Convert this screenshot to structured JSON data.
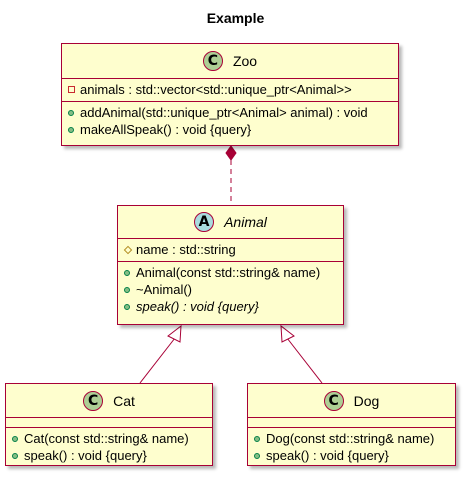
{
  "diagram": {
    "title": "Example",
    "classes": {
      "zoo": {
        "name": "Zoo",
        "badge": "C",
        "fields": [
          {
            "visibility": "private",
            "text": "animals : std::vector<std::unique_ptr<Animal>>"
          }
        ],
        "methods": [
          {
            "visibility": "public",
            "text": "addAnimal(std::unique_ptr<Animal> animal) : void"
          },
          {
            "visibility": "public",
            "text": "makeAllSpeak() : void {query}"
          }
        ]
      },
      "animal": {
        "name": "Animal",
        "badge": "A",
        "fields": [
          {
            "visibility": "protected",
            "text": "name : std::string"
          }
        ],
        "methods": [
          {
            "visibility": "public",
            "text": "Animal(const std::string& name)"
          },
          {
            "visibility": "public",
            "text": "~Animal()"
          },
          {
            "visibility": "public",
            "text": "speak() : void {query}",
            "abstract": true
          }
        ]
      },
      "cat": {
        "name": "Cat",
        "badge": "C",
        "methods": [
          {
            "visibility": "public",
            "text": "Cat(const std::string& name)"
          },
          {
            "visibility": "public",
            "text": "speak() : void {query}"
          }
        ]
      },
      "dog": {
        "name": "Dog",
        "badge": "C",
        "methods": [
          {
            "visibility": "public",
            "text": "Dog(const std::string& name)"
          },
          {
            "visibility": "public",
            "text": "speak() : void {query}"
          }
        ]
      }
    },
    "relations": [
      {
        "type": "composition",
        "from": "Zoo",
        "to": "Animal"
      },
      {
        "type": "inheritance",
        "from": "Cat",
        "to": "Animal"
      },
      {
        "type": "inheritance",
        "from": "Dog",
        "to": "Animal"
      }
    ],
    "colors": {
      "class_fill": "#fefece",
      "class_border": "#a80036",
      "class_badge": "#adcf95",
      "abstract_badge": "#a9dcdf",
      "edge": "#a80036"
    }
  }
}
